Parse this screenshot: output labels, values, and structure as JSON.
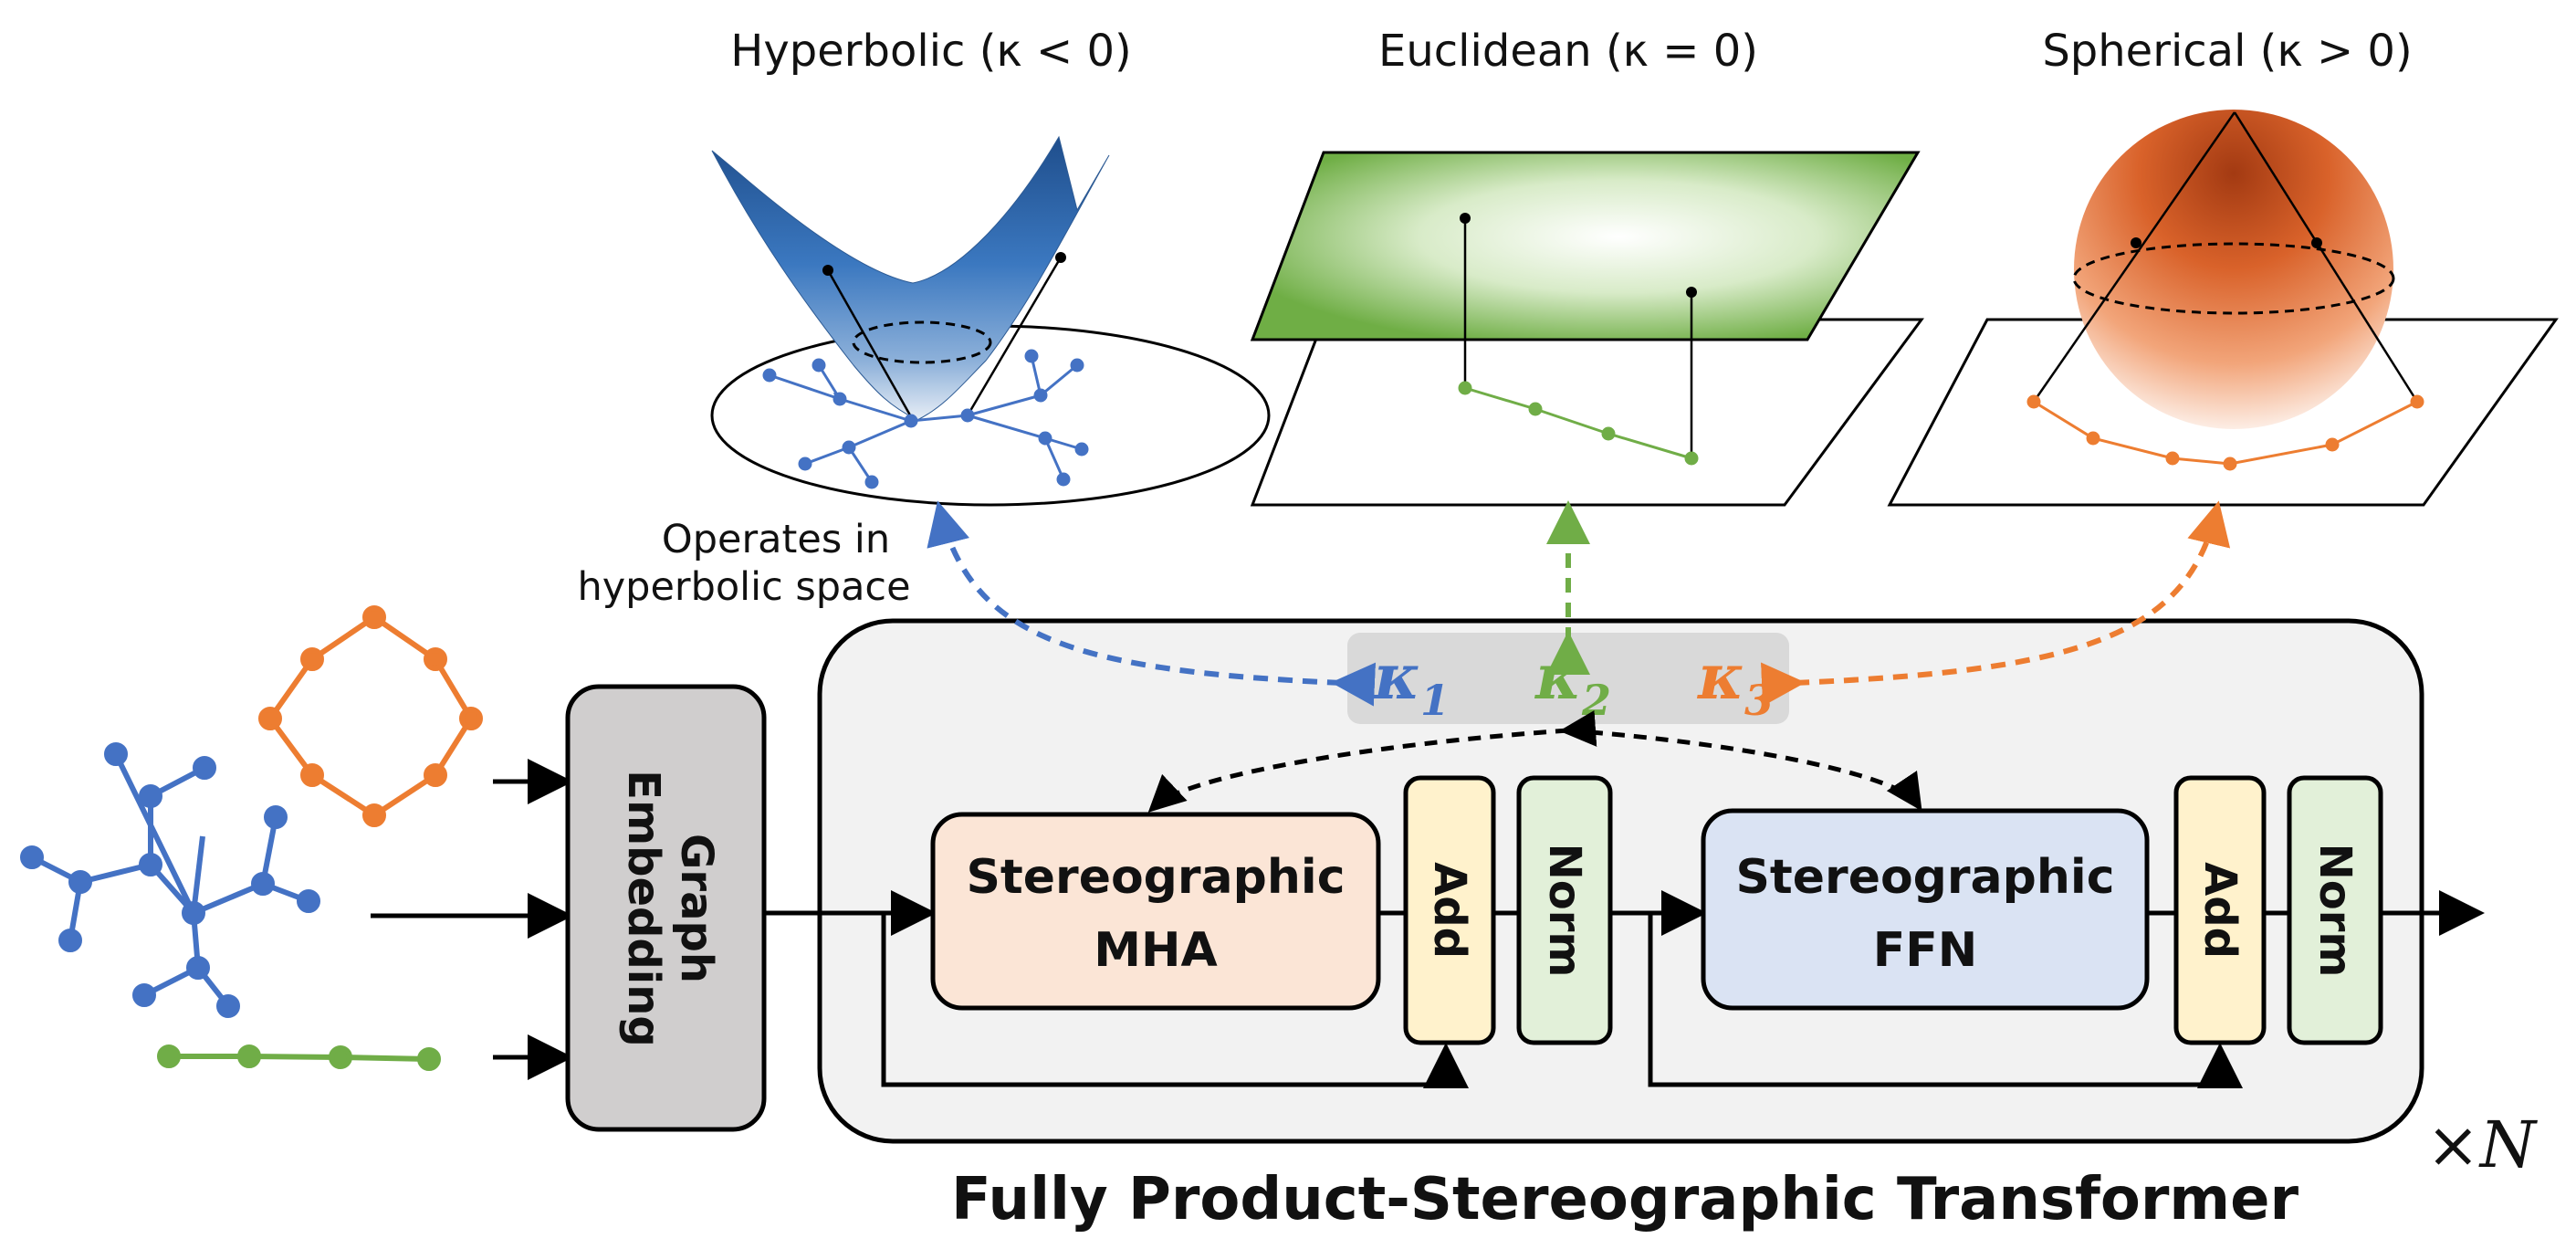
{
  "titles": {
    "hyperbolic": "Hyperbolic (κ < 0)",
    "euclidean": "Euclidean (κ = 0)",
    "spherical": "Spherical (κ > 0)"
  },
  "annotation": {
    "line1": "Operates in",
    "line2": "hyperbolic space"
  },
  "kappas": [
    {
      "symbol": "κ",
      "sub": "1",
      "color": "#4472C4"
    },
    {
      "symbol": "κ",
      "sub": "2",
      "color": "#70AD47"
    },
    {
      "symbol": "κ",
      "sub": "3",
      "color": "#ED7D31"
    }
  ],
  "blocks": {
    "graph_embedding_line1": "Graph",
    "graph_embedding_line2": "Embedding",
    "mha_line1": "Stereographic",
    "mha_line2": "MHA",
    "ffn_line1": "Stereographic",
    "ffn_line2": "FFN",
    "add": "Add",
    "norm": "Norm"
  },
  "repeat": "×N",
  "caption": "Fully Product-Stereographic Transformer",
  "colors": {
    "blue": "#4472C4",
    "green": "#70AD47",
    "orange": "#ED7D31",
    "mha_fill": "#FBE5D6",
    "ffn_fill": "#DAE3F3",
    "add_fill": "#FFF2CC",
    "norm_fill": "#E2F0D9",
    "embed_fill": "#D0CECE",
    "container_fill": "#F2F2F2",
    "kappa_box_fill": "#D9D9D9"
  }
}
